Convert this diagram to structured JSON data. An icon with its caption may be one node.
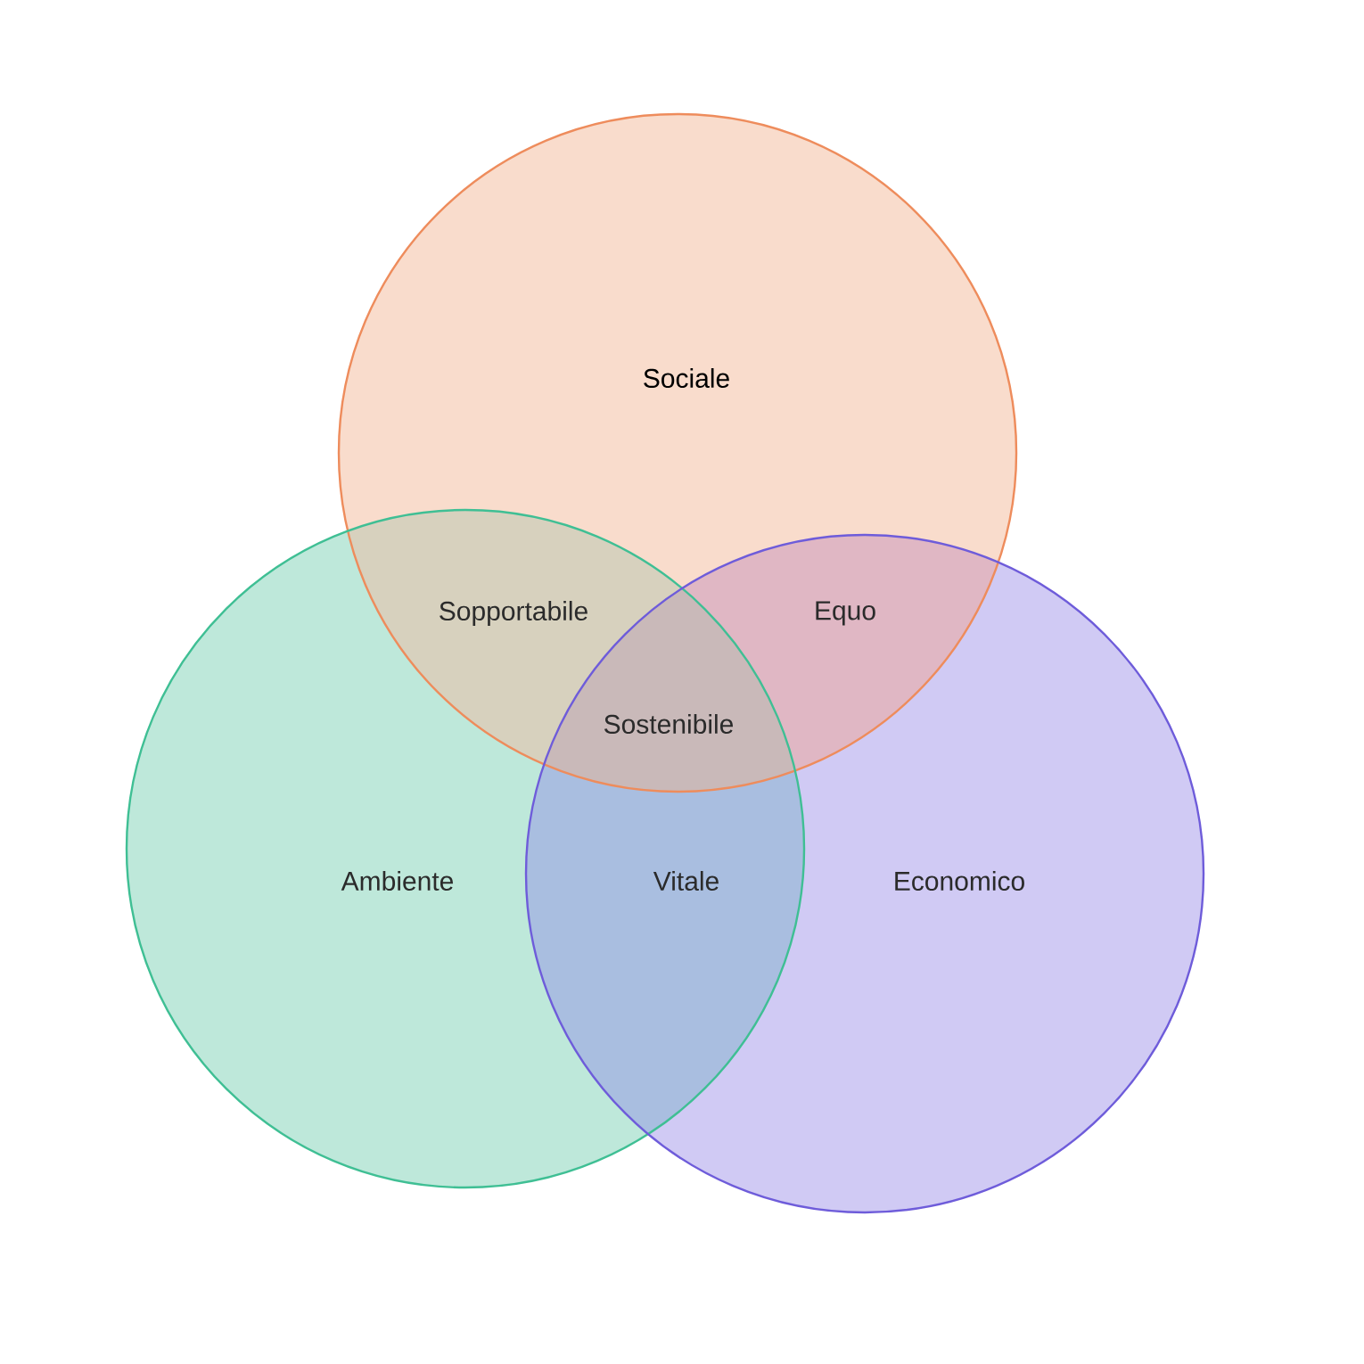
{
  "diagram": {
    "nodes": [
      {
        "text": [
          "Sociale"
        ]
      },
      {
        "text": [
          "Ambiente"
        ]
      },
      {
        "text": [
          "Economico"
        ]
      }
    ],
    "labels": [
      "Sopportabile",
      "Equo",
      "Sostenibile",
      "Vitale"
    ]
  }
}
